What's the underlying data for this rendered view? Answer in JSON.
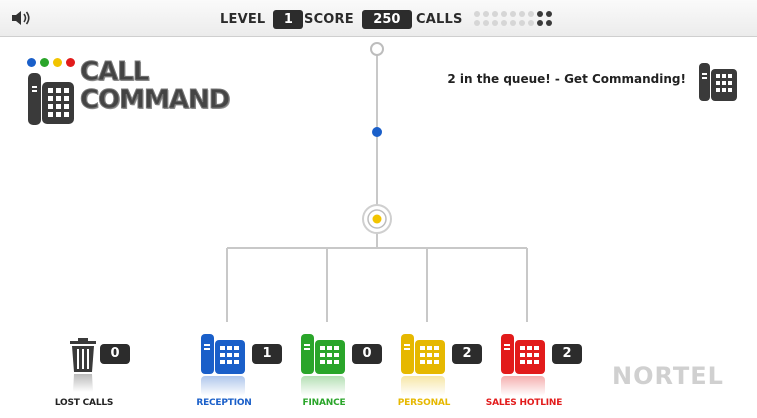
{
  "hud": {
    "level_label": "LEVEL",
    "level_value": "1",
    "score_label": "SCORE",
    "score_value": "250",
    "calls_label": "CALLS",
    "calls_dots_on": [
      false,
      false,
      false,
      false,
      false,
      false,
      false,
      true,
      true,
      false,
      false,
      false,
      false,
      false,
      false,
      false,
      true,
      true
    ]
  },
  "logo": {
    "line1": "CALL",
    "line2": "COMMAND",
    "dot_colors": [
      "#1a5fc9",
      "#2aa52a",
      "#f2c400",
      "#e21b1b"
    ]
  },
  "queue": {
    "message": "2 in the queue! - Get Commanding!"
  },
  "lost_calls": {
    "label": "LOST CALLS",
    "count": "0"
  },
  "departments": [
    {
      "label": "RECEPTION",
      "count": "1",
      "color": "#1a5fc9"
    },
    {
      "label": "FINANCE",
      "count": "0",
      "color": "#2aa52a"
    },
    {
      "label": "PERSONAL",
      "count": "2",
      "color": "#e6b800"
    },
    {
      "label": "SALES HOTLINE",
      "count": "2",
      "color": "#e21b1b"
    }
  ],
  "brand": {
    "name": "NORTEL"
  },
  "colors": {
    "ball": "#1a5fc9",
    "switch_core": "#f2c400",
    "line": "#c8c8c8"
  }
}
